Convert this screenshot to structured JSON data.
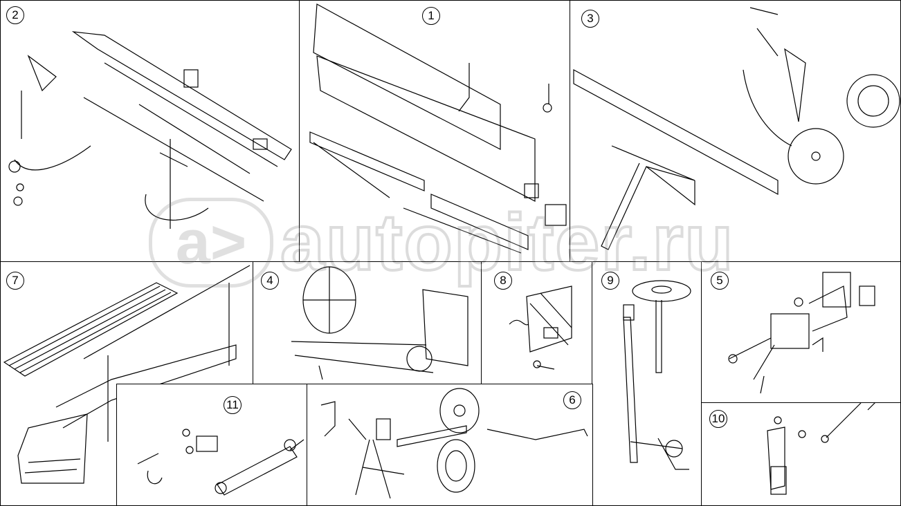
{
  "diagram": {
    "panels": [
      {
        "id": "2",
        "label": "2"
      },
      {
        "id": "1",
        "label": "1"
      },
      {
        "id": "3",
        "label": "3"
      },
      {
        "id": "7",
        "label": "7"
      },
      {
        "id": "4",
        "label": "4"
      },
      {
        "id": "8",
        "label": "8"
      },
      {
        "id": "9",
        "label": "9"
      },
      {
        "id": "5",
        "label": "5"
      },
      {
        "id": "11",
        "label": "11"
      },
      {
        "id": "6",
        "label": "6"
      },
      {
        "id": "10",
        "label": "10"
      }
    ],
    "watermark": {
      "logo": "a>",
      "text": "autopiter.ru"
    }
  }
}
